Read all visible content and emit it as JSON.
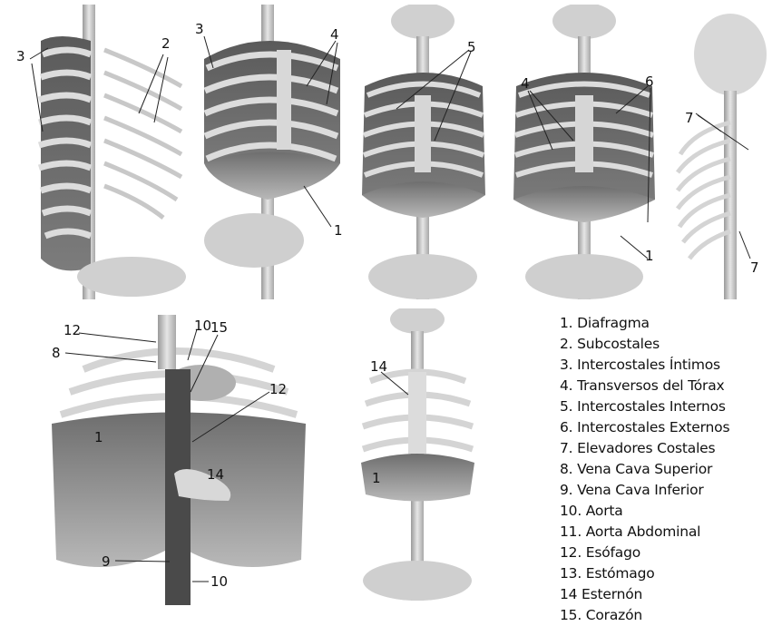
{
  "labels": {
    "p1": [
      "3",
      "2"
    ],
    "p2": [
      "3",
      "4",
      "1"
    ],
    "p3": [
      "5"
    ],
    "p4": [
      "4",
      "6",
      "1"
    ],
    "p5": [
      "7",
      "7"
    ],
    "p6": [
      "12",
      "10",
      "15",
      "8",
      "12",
      "1",
      "14",
      "9",
      "10"
    ],
    "p7": [
      "14",
      "1"
    ]
  },
  "legend": [
    "1. Diafragma",
    "2. Subcostales",
    "3. Intercostales Íntimos",
    "4. Transversos del Tórax",
    "5. Intercostales Internos",
    "6. Intercostales Externos",
    "7. Elevadores Costales",
    "8. Vena Cava Superior",
    "9. Vena Cava Inferior",
    "10. Aorta",
    "11. Aorta Abdominal",
    "12. Esófago",
    "13. Estómago",
    "14 Esternón",
    "15. Corazón"
  ]
}
